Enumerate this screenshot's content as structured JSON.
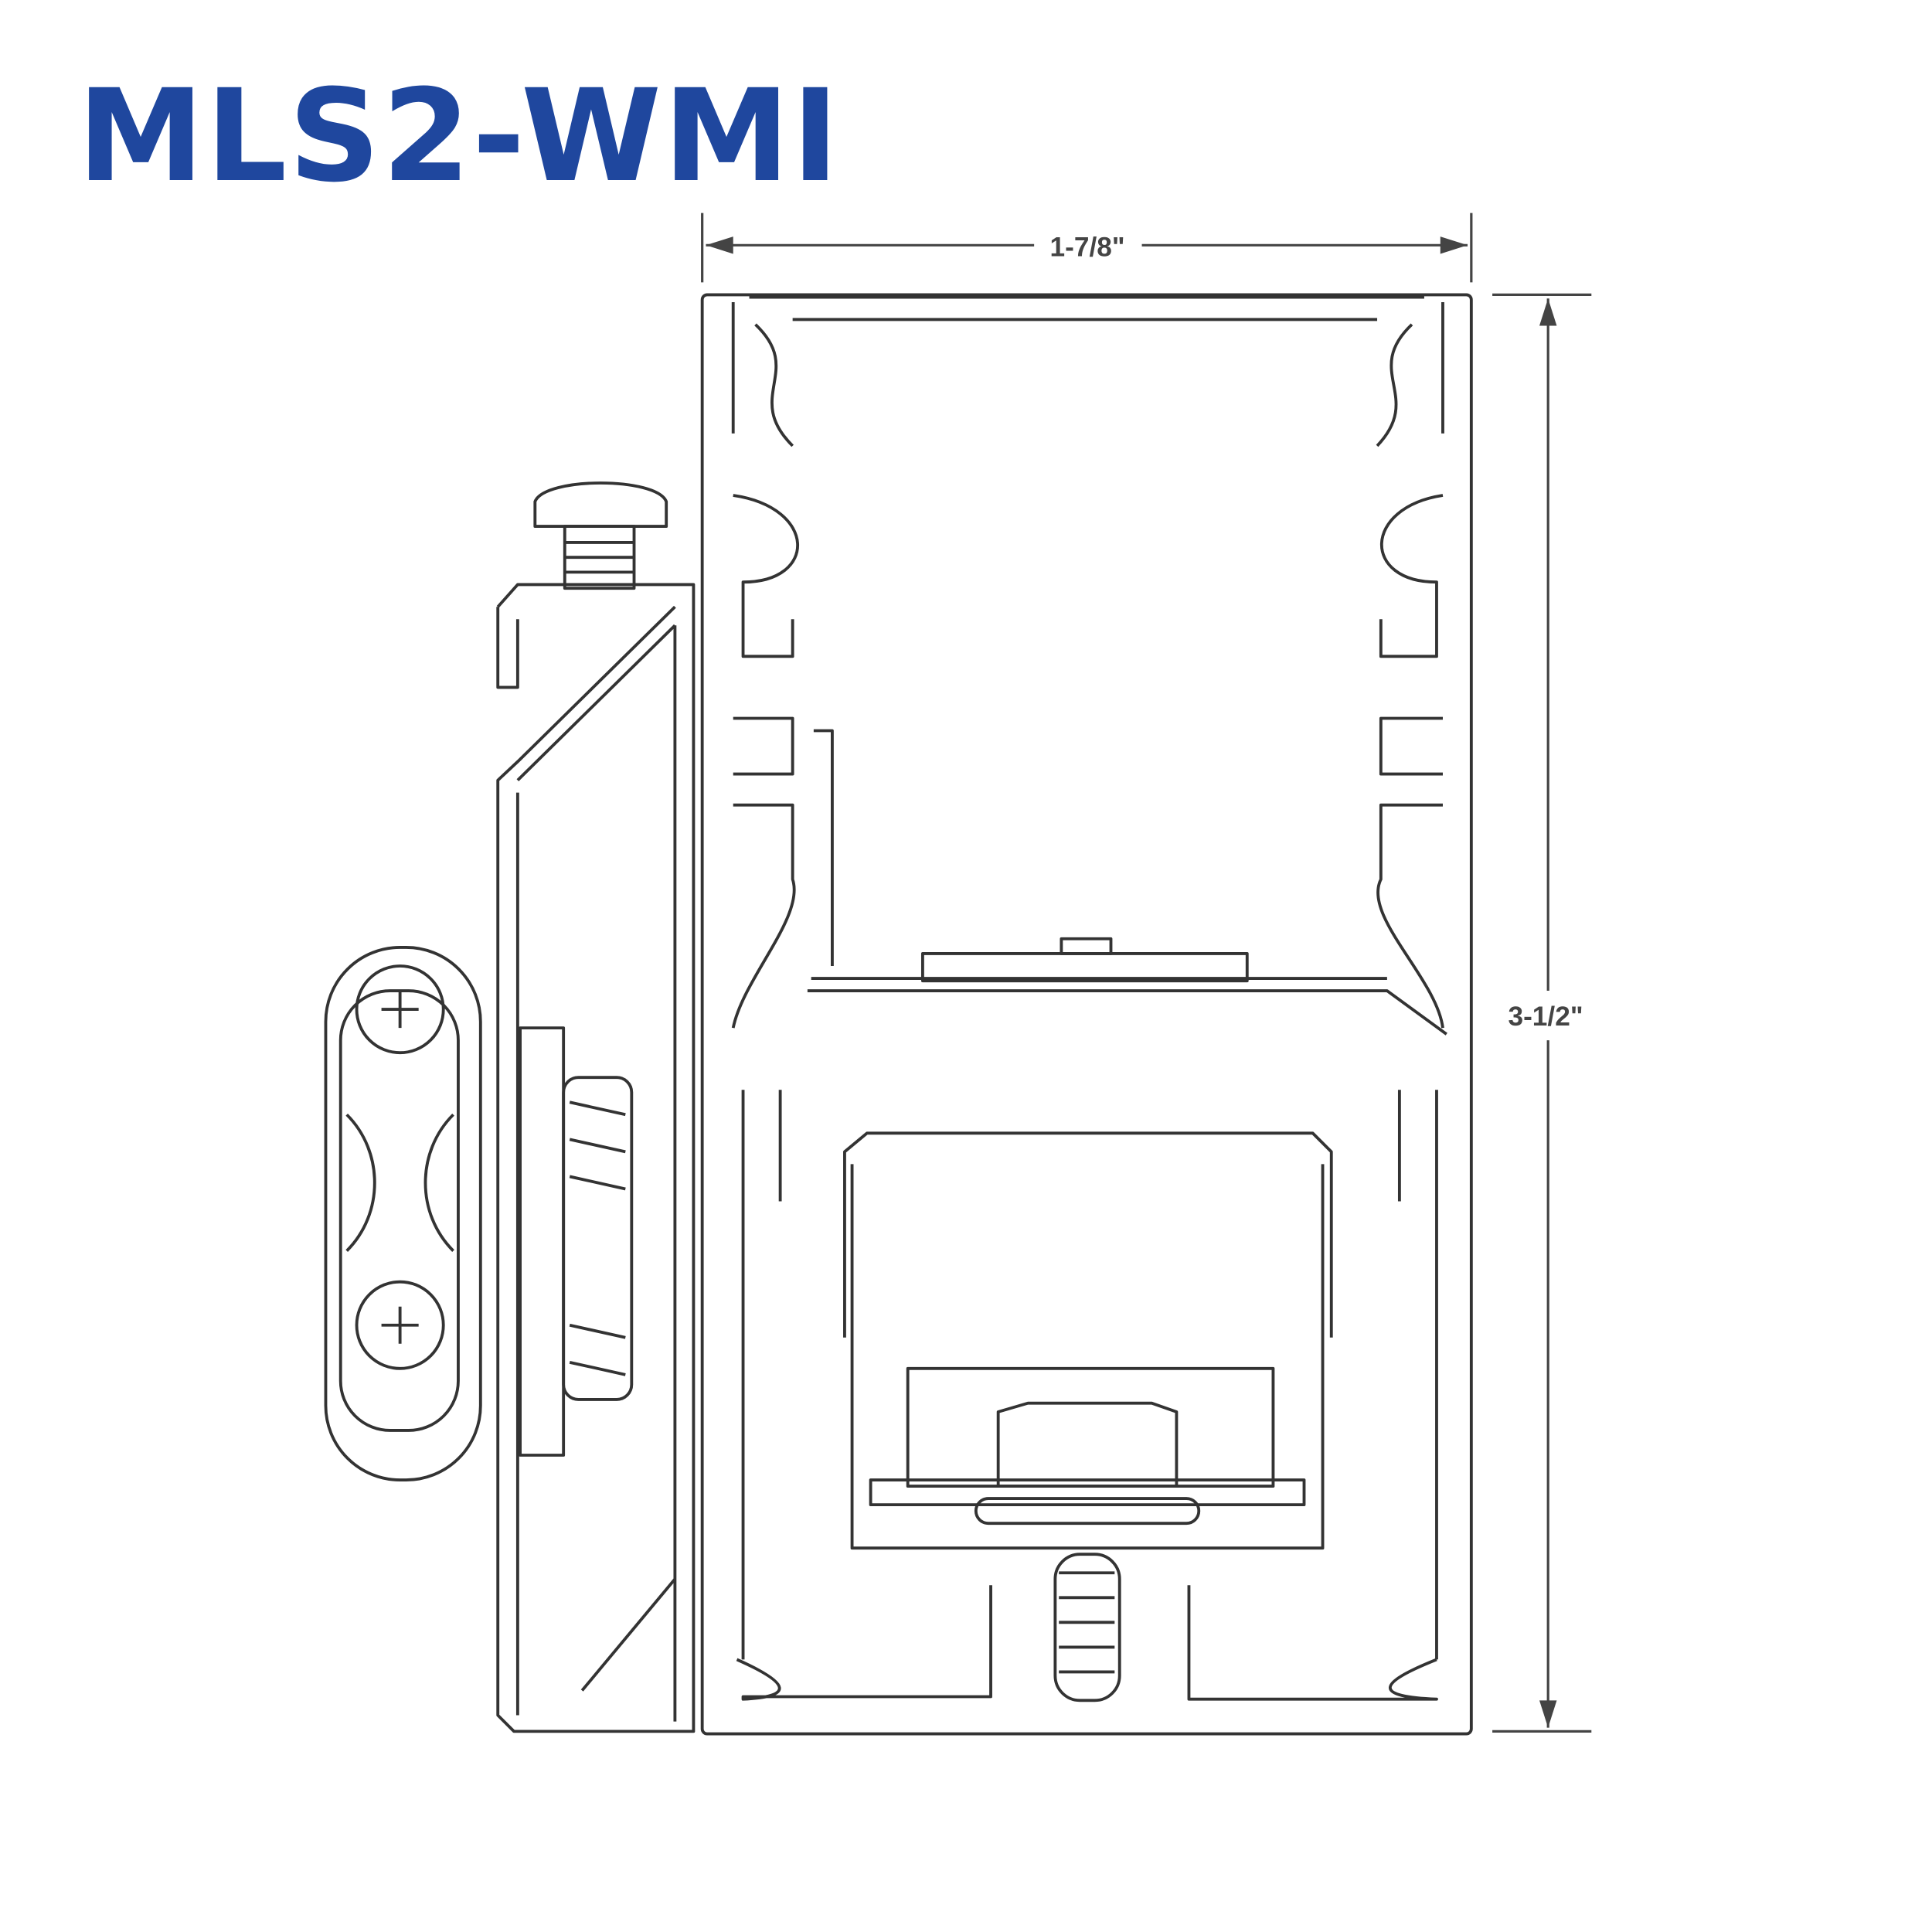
{
  "title": "MLS2-WMI",
  "dimensions": {
    "width_label": "1-7/8\"",
    "height_label": "3-1/2\""
  }
}
